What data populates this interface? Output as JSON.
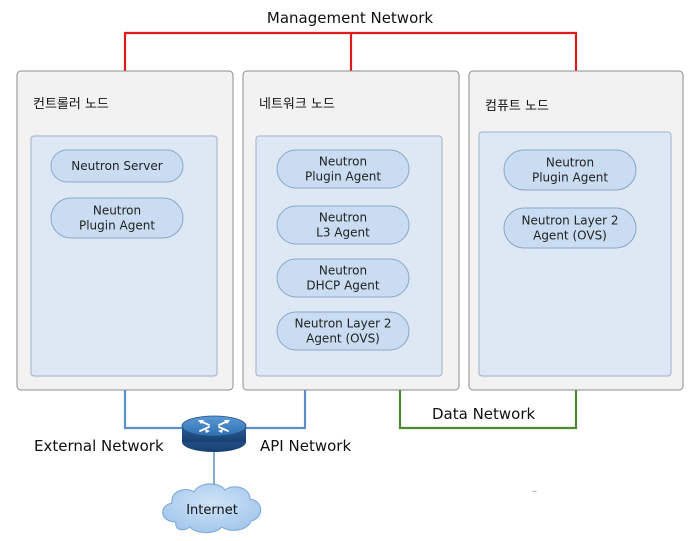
{
  "colors": {
    "management_line": "#e0191b",
    "external_api_line": "#5b8fc7",
    "data_line": "#4f8a2e"
  },
  "networks": {
    "management": "Management Network",
    "external": "External Network",
    "api": "API Network",
    "data": "Data Network"
  },
  "nodes": {
    "controller": {
      "title": "컨트롤러 노드",
      "components": [
        [
          "Neutron Server"
        ],
        [
          "Neutron",
          "Plugin Agent"
        ]
      ]
    },
    "network": {
      "title": "네트워크 노드",
      "components": [
        [
          "Neutron",
          "Plugin Agent"
        ],
        [
          "Neutron",
          "L3 Agent"
        ],
        [
          "Neutron",
          "DHCP Agent"
        ],
        [
          "Neutron Layer 2",
          "Agent (OVS)"
        ]
      ]
    },
    "compute": {
      "title": "컴퓨트 노드",
      "components": [
        [
          "Neutron",
          "Plugin Agent"
        ],
        [
          "Neutron Layer 2",
          "Agent (OVS)"
        ]
      ]
    }
  },
  "router": {
    "icon": "router-icon"
  },
  "internet": {
    "label": "Internet",
    "icon": "cloud-icon"
  },
  "stray_mark": "–"
}
